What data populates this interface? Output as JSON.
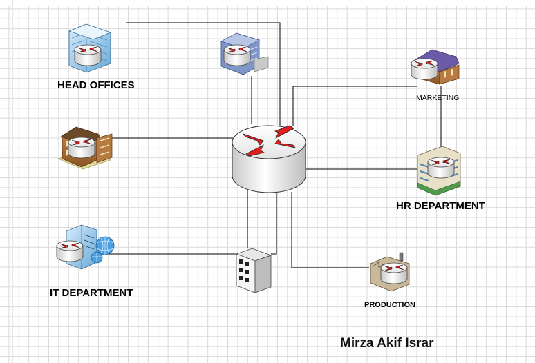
{
  "labels": {
    "head_offices": "HEAD OFFICES",
    "marketing": "MARKETING",
    "hr_department": "HR DEPARTMENT",
    "it_department": "IT DEPARTMENT",
    "production": "PRODUCTION"
  },
  "author": "Mirza Akif Israr",
  "colors": {
    "arrow_red": "#e0201c",
    "router_body": "#f2f2f2",
    "link_line": "#000000",
    "grid": "#d9d9d9"
  },
  "nodes": [
    {
      "id": "core-router",
      "icon": "router-icon"
    },
    {
      "id": "head-offices",
      "icon": "office-building-router-icon"
    },
    {
      "id": "top-branch",
      "icon": "branch-building-router-icon"
    },
    {
      "id": "left-branch",
      "icon": "house-router-icon"
    },
    {
      "id": "it-department",
      "icon": "server-globe-router-icon"
    },
    {
      "id": "server-building",
      "icon": "server-building-icon"
    },
    {
      "id": "marketing",
      "icon": "house-router-icon"
    },
    {
      "id": "hr-department",
      "icon": "apartment-router-icon"
    },
    {
      "id": "production",
      "icon": "factory-router-icon"
    }
  ]
}
